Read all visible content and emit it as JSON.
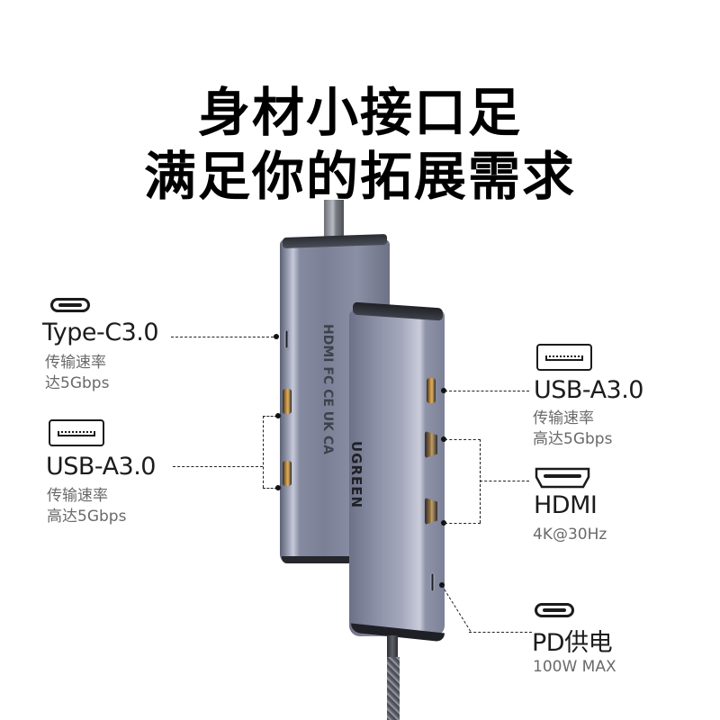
{
  "headline": {
    "line1": "身材小接口足",
    "line2": "满足你的拓展需求"
  },
  "product": {
    "brand": "UGREEN",
    "certification_marks": "HDMI  FC CE UK CA",
    "body_color": "#8a8fa5"
  },
  "ports_left": [
    {
      "icon": "usb-c-icon",
      "title": "Type-C3.0",
      "sub_line1": "传输速率",
      "sub_line2": "达5Gbps"
    },
    {
      "icon": "usb-a-icon",
      "title": "USB-A3.0",
      "sub_line1": "传输速率",
      "sub_line2": "高达5Gbps"
    }
  ],
  "ports_right": [
    {
      "icon": "usb-a-icon",
      "title": "USB-A3.0",
      "sub_line1": "传输速率",
      "sub_line2": "高达5Gbps"
    },
    {
      "icon": "hdmi-icon",
      "title": "HDMI",
      "sub_line1": "4K@30Hz"
    },
    {
      "icon": "usb-c-icon",
      "title": "PD供电",
      "sub_line1": "100W MAX"
    }
  ],
  "colors": {
    "title_text": "#000000",
    "label_text": "#1c1c1c",
    "sub_text": "#6a6a6a",
    "background": "#ffffff"
  }
}
